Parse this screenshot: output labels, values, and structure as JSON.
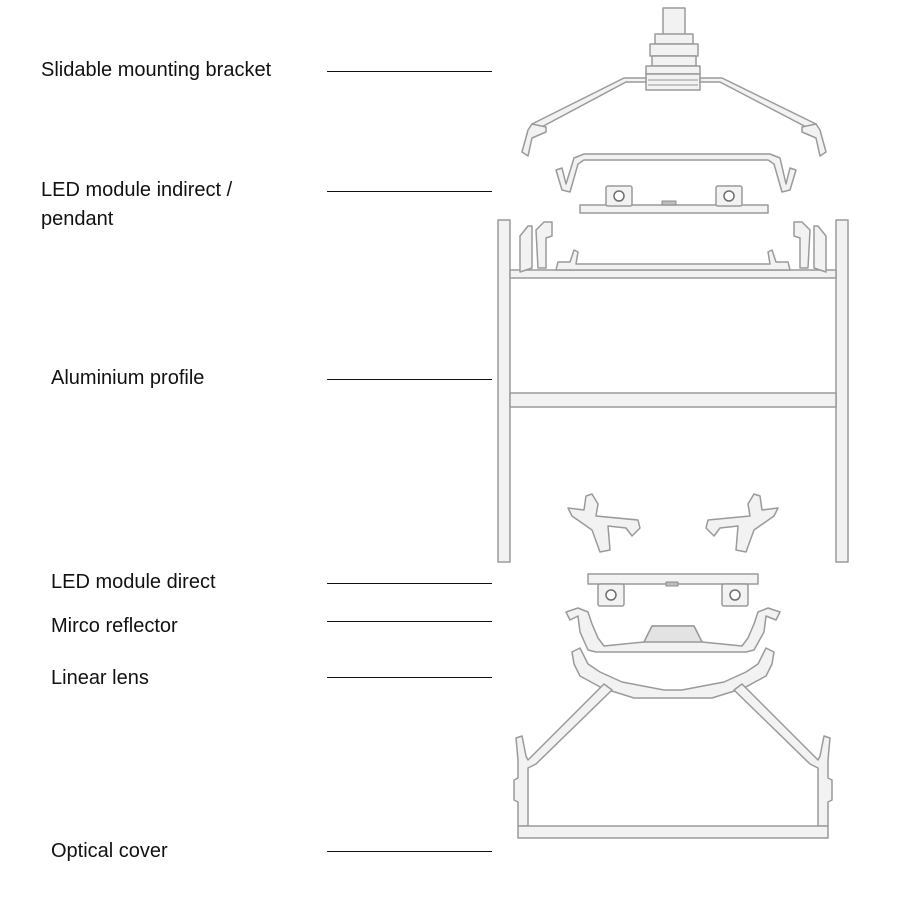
{
  "labels": {
    "bracket": "Slidable mounting bracket",
    "indirect_line1": "LED module indirect /",
    "indirect_line2": "pendant",
    "profile": "Aluminium profile",
    "direct": "LED module direct",
    "reflector": "Mirco reflector",
    "lens": "Linear lens",
    "cover": "Optical cover"
  },
  "colors": {
    "part_fill": "#f2f2f2",
    "part_stroke": "#9a9a9a",
    "detail": "#6f6f6f",
    "text": "#111111"
  }
}
